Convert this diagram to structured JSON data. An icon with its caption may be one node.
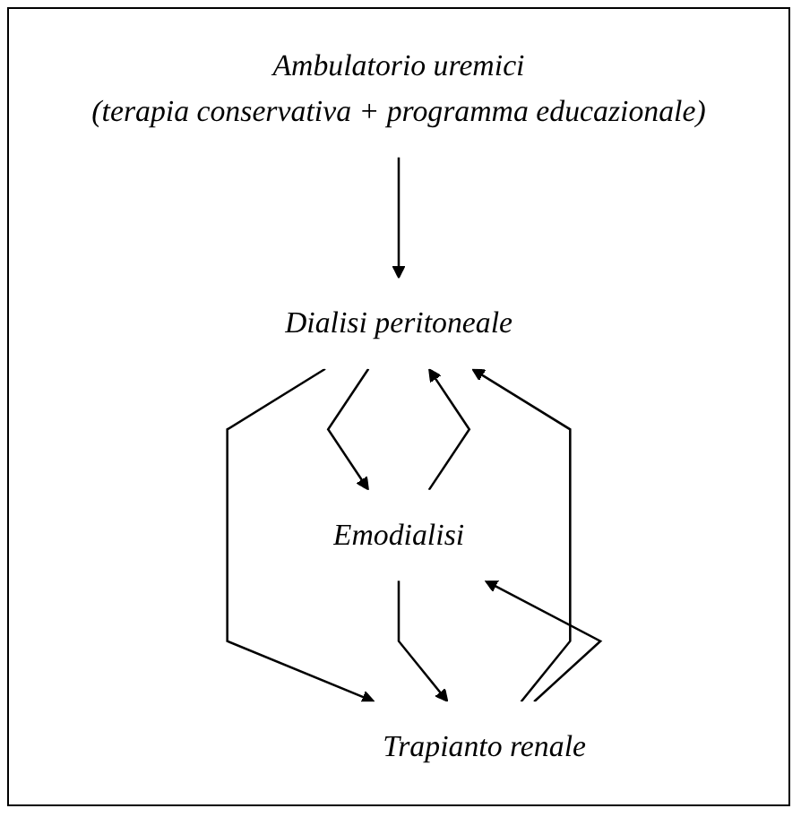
{
  "diagram": {
    "nodes": [
      {
        "text": [
          "Ambulatorio uremici",
          "(terapia conservativa + programma educazionale)"
        ]
      },
      {
        "text": [
          "Dialisi peritoneale"
        ]
      },
      {
        "text": [
          "Emodialisi"
        ]
      },
      {
        "text": [
          "Trapianto renale"
        ]
      }
    ],
    "edges": [
      {
        "from": 0,
        "to": 1,
        "arrow": "to"
      },
      {
        "from": 2,
        "to": 1,
        "arrow": "to"
      },
      {
        "from": 1,
        "to": 2,
        "arrow": "to"
      },
      {
        "from": 3,
        "to": 1,
        "arrow": "to"
      },
      {
        "from": 1,
        "to": 3,
        "arrow": "to"
      },
      {
        "from": 3,
        "to": 2,
        "arrow": "to"
      },
      {
        "from": 2,
        "to": 3,
        "arrow": "to"
      }
    ]
  }
}
